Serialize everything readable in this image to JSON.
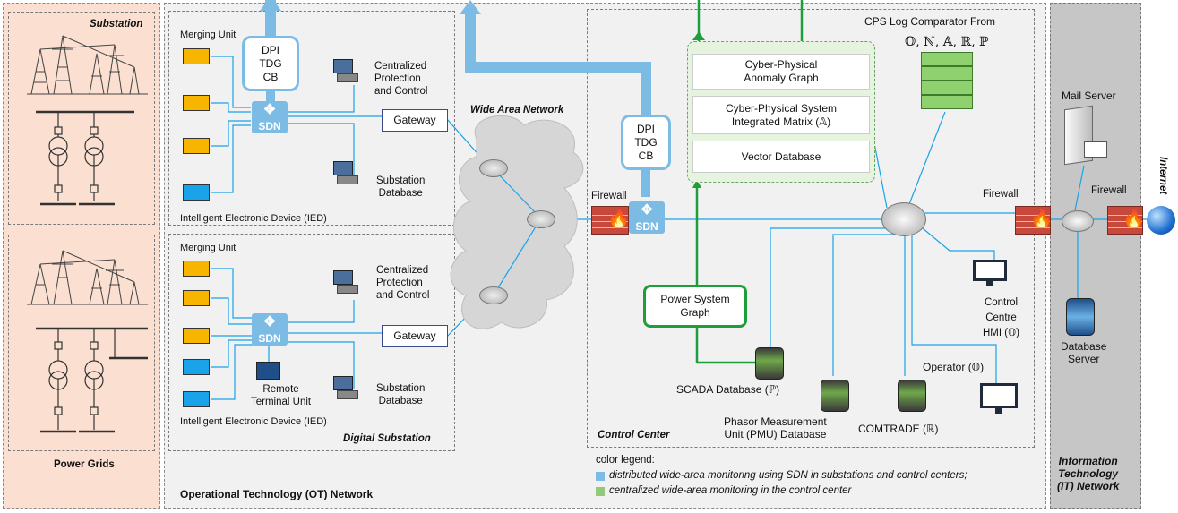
{
  "regions": {
    "power_grids": {
      "title": "Substation",
      "footer": "Power Grids"
    },
    "ot_network": "Operational Technology (OT) Network",
    "wan": "Wide Area Network",
    "digital_substation": "Digital Substation",
    "control_center": "Control Center",
    "it_network": {
      "line1": "Information",
      "line2": "Technology",
      "line3": "(IT) Network"
    },
    "internet": "Internet"
  },
  "substation_top": {
    "merging_unit": "Merging Unit",
    "dpi": "DPI",
    "tdg": "TDG",
    "cb": "CB",
    "cpc_line1": "Centralized",
    "cpc_line2": "Protection",
    "cpc_line3": "and Control",
    "gateway": "Gateway",
    "sdn": "SDN",
    "db_line1": "Substation",
    "db_line2": "Database",
    "ied": "Intelligent Electronic Device (IED)"
  },
  "substation_bottom": {
    "merging_unit": "Merging Unit",
    "cpc_line1": "Centralized",
    "cpc_line2": "Protection",
    "cpc_line3": "and Control",
    "gateway": "Gateway",
    "sdn": "SDN",
    "rtu_line1": "Remote",
    "rtu_line2": "Terminal Unit",
    "db_line1": "Substation",
    "db_line2": "Database",
    "ied": "Intelligent Electronic Device (IED)"
  },
  "control_center": {
    "firewall": "Firewall",
    "dpi": "DPI",
    "tdg": "TDG",
    "cb": "CB",
    "sdn": "SDN",
    "anomaly_line1": "Cyber-Physical",
    "anomaly_line2": "Anomaly Graph",
    "matrix_line1": "Cyber-Physical System",
    "matrix_line2": "Integrated Matrix (𝔸)",
    "vector_db": "Vector Database",
    "cps_title": "CPS Log Comparator From",
    "cps_symbols": "𝕆, ℕ, 𝔸, ℝ, ℙ",
    "psg_line1": "Power System",
    "psg_line2": "Graph",
    "scada": "SCADA Database (ℙ)",
    "pmu_line1": "Phasor Measurement",
    "pmu_line2": "Unit (PMU) Database",
    "comtrade": "COMTRADE (ℝ)",
    "operator": "Operator (𝕆)",
    "hmi_line1": "Control",
    "hmi_line2": "Centre",
    "hmi_line3": "HMI (𝕆)"
  },
  "it": {
    "mail_server": "Mail Server",
    "firewall_left": "Firewall",
    "firewall_right": "Firewall",
    "db_line1": "Database",
    "db_line2": "Server"
  },
  "legend": {
    "title": "color legend:",
    "blue": "distributed wide-area monitoring using SDN in substations and control centers;",
    "green": "centralized wide-area monitoring in the control center"
  },
  "colors": {
    "blue": "#7cbce4",
    "green": "#1e9e3a",
    "peach": "#fbe0d2",
    "light_green": "#e6f4df",
    "it_gray": "#c6c6c6"
  }
}
